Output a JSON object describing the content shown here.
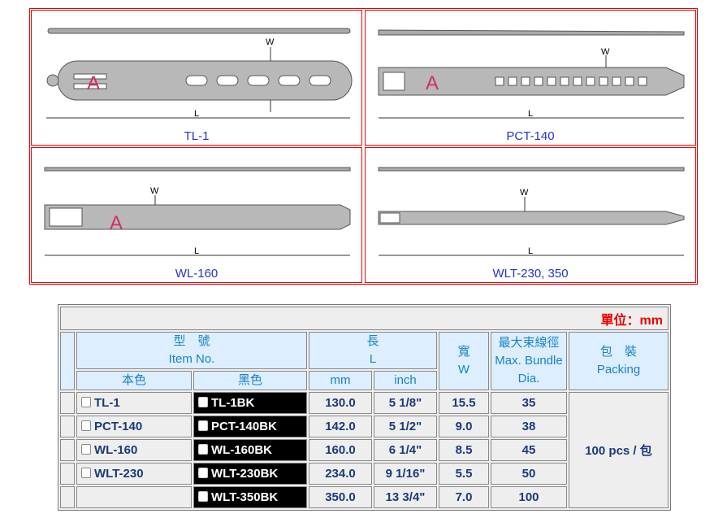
{
  "products": [
    {
      "caption": "TL-1"
    },
    {
      "caption": "PCT-140"
    },
    {
      "caption": "WL-160"
    },
    {
      "caption": "WLT-230, 350"
    }
  ],
  "dim_labels": {
    "w": "W",
    "l": "L",
    "a": "A"
  },
  "table": {
    "unit": "單位：mm",
    "headers": {
      "item_zh": "型　號",
      "item_en": "Item No.",
      "length_zh": "長",
      "length_en": "L",
      "width_zh": "寬",
      "width_en": "W",
      "bundle_zh": "最大束線徑",
      "bundle_en": "Max. Bundle Dia.",
      "packing_zh": "包　裝",
      "packing_en": "Packing",
      "natural": "本色",
      "black": "黑色",
      "mm": "mm",
      "inch": "inch"
    },
    "rows": [
      {
        "natural": "TL-1",
        "black": "TL-1BK",
        "mm": "130.0",
        "inch": "5 1/8\"",
        "w": "15.5",
        "dia": "35"
      },
      {
        "natural": "PCT-140",
        "black": "PCT-140BK",
        "mm": "142.0",
        "inch": "5 1/2\"",
        "w": "9.0",
        "dia": "38"
      },
      {
        "natural": "WL-160",
        "black": "WL-160BK",
        "mm": "160.0",
        "inch": "6 1/4\"",
        "w": "8.5",
        "dia": "45"
      },
      {
        "natural": "WLT-230",
        "black": "WLT-230BK",
        "mm": "234.0",
        "inch": "9 1/16\"",
        "w": "5.5",
        "dia": "50"
      },
      {
        "natural": "",
        "black": "WLT-350BK",
        "mm": "350.0",
        "inch": "13 3/4\"",
        "w": "7.0",
        "dia": "100"
      }
    ],
    "packing": "100 pcs / 包"
  }
}
